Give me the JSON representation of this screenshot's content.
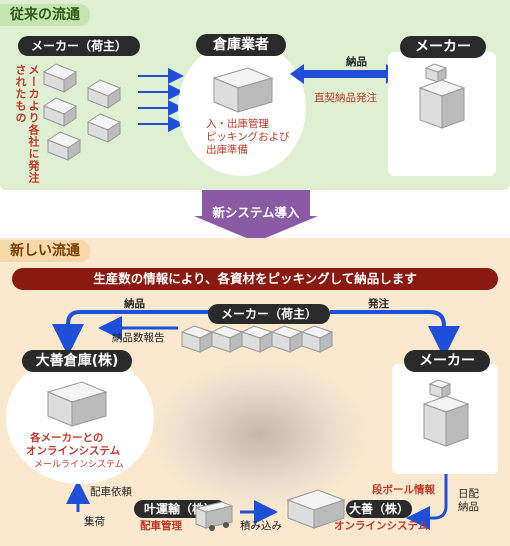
{
  "colors": {
    "green_panel": "#dff0d2",
    "orange_panel": "#fbe9cf",
    "blue_arrow": "#1f4fd8",
    "banner": "#8a1a10",
    "purple_arrow": "#8a5aa5"
  },
  "old_flow": {
    "tab": "従来の流通",
    "manufacturer_owner": "メーカー（荷主）",
    "vertical_note": "メーカより各社に発注されたもの",
    "warehouse": "倉庫業者",
    "warehouse_tasks": [
      "入・出庫管理",
      "ピッキングおよび",
      "出庫準備"
    ],
    "delivery": "納品",
    "direct_order": "直契納品発注",
    "maker": "メーカー"
  },
  "transition": "新システム導入",
  "new_flow": {
    "tab": "新しい流通",
    "banner": "生産数の情報により、各資材をピッキングして納品します",
    "delivery": "納品",
    "order": "発注",
    "manufacturer_owner": "メーカー（荷主）",
    "delivery_count_report": "納品数報告",
    "daizen_warehouse": "大善倉庫(株)",
    "daizen_systems": [
      "各メーカーとの",
      "オンラインシステム",
      "メールラインシステム"
    ],
    "maker": "メーカー",
    "dispatch_request": "配車依頼",
    "pickup": "集荷",
    "kano": "叶運輸（株）",
    "dispatch_mgmt": "配車管理",
    "loading": "積み込み",
    "daizen": "大善（株）",
    "online_system": "オンラインシステム",
    "cardboard_info": "段ボール情報",
    "daily_delivery": [
      "日配",
      "納品"
    ]
  }
}
